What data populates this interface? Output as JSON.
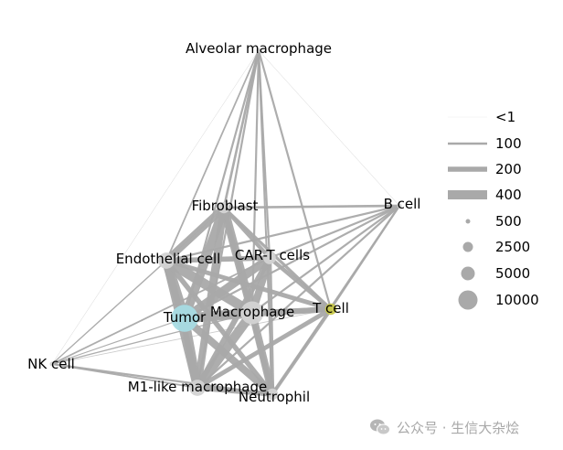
{
  "diagram": {
    "type": "cell-cell interaction network",
    "nodes": [
      {
        "id": "alveolar",
        "label": "Alveolar macrophage",
        "color": "#d3d3d3",
        "count": 40
      },
      {
        "id": "bcell",
        "label": "B cell",
        "color": "#d3d3d3",
        "count": 40
      },
      {
        "id": "fibroblast",
        "label": "Fibroblast",
        "color": "#d3d3d3",
        "count": 2500
      },
      {
        "id": "endothelial",
        "label": "Endothelial cell",
        "color": "#d3d3d3",
        "count": 5000
      },
      {
        "id": "cart",
        "label": "CAR-T cells",
        "color": "#d3d3d3",
        "count": 3000
      },
      {
        "id": "tcell",
        "label": "T cell",
        "color": "#c8c84a",
        "count": 2500
      },
      {
        "id": "macrophage",
        "label": "Macrophage",
        "color": "#d3d3d3",
        "count": 10000
      },
      {
        "id": "tumor",
        "label": "Tumor",
        "color": "#a6dbe3",
        "count": 14000
      },
      {
        "id": "nk",
        "label": "NK cell",
        "color": "#d3d3d3",
        "count": 30
      },
      {
        "id": "m1",
        "label": "M1-like macrophage",
        "color": "#d3d3d3",
        "count": 5000
      },
      {
        "id": "neutrophil",
        "label": "Neutrophil",
        "color": "#d3d3d3",
        "count": 2500
      }
    ],
    "edges": [
      {
        "a": "alveolar",
        "b": "fibroblast",
        "w": 120
      },
      {
        "a": "alveolar",
        "b": "endothelial",
        "w": 80
      },
      {
        "a": "alveolar",
        "b": "cart",
        "w": 100
      },
      {
        "a": "alveolar",
        "b": "tcell",
        "w": 100
      },
      {
        "a": "alveolar",
        "b": "macrophage",
        "w": 100
      },
      {
        "a": "alveolar",
        "b": "tumor",
        "w": 100
      },
      {
        "a": "alveolar",
        "b": "m1",
        "w": 100
      },
      {
        "a": "alveolar",
        "b": "neutrophil",
        "w": 90
      },
      {
        "a": "alveolar",
        "b": "bcell",
        "w": 20
      },
      {
        "a": "alveolar",
        "b": "nk",
        "w": 15
      },
      {
        "a": "bcell",
        "b": "fibroblast",
        "w": 120
      },
      {
        "a": "bcell",
        "b": "endothelial",
        "w": 100
      },
      {
        "a": "bcell",
        "b": "cart",
        "w": 100
      },
      {
        "a": "bcell",
        "b": "tcell",
        "w": 100
      },
      {
        "a": "bcell",
        "b": "macrophage",
        "w": 100
      },
      {
        "a": "bcell",
        "b": "tumor",
        "w": 100
      },
      {
        "a": "bcell",
        "b": "m1",
        "w": 100
      },
      {
        "a": "bcell",
        "b": "neutrophil",
        "w": 100
      },
      {
        "a": "fibroblast",
        "b": "endothelial",
        "w": 300
      },
      {
        "a": "fibroblast",
        "b": "cart",
        "w": 200
      },
      {
        "a": "fibroblast",
        "b": "tcell",
        "w": 150
      },
      {
        "a": "fibroblast",
        "b": "macrophage",
        "w": 350
      },
      {
        "a": "fibroblast",
        "b": "tumor",
        "w": 380
      },
      {
        "a": "fibroblast",
        "b": "m1",
        "w": 300
      },
      {
        "a": "fibroblast",
        "b": "neutrophil",
        "w": 220
      },
      {
        "a": "fibroblast",
        "b": "nk",
        "w": 30
      },
      {
        "a": "endothelial",
        "b": "cart",
        "w": 250
      },
      {
        "a": "endothelial",
        "b": "tcell",
        "w": 220
      },
      {
        "a": "endothelial",
        "b": "macrophage",
        "w": 420
      },
      {
        "a": "endothelial",
        "b": "tumor",
        "w": 420
      },
      {
        "a": "endothelial",
        "b": "m1",
        "w": 350
      },
      {
        "a": "endothelial",
        "b": "neutrophil",
        "w": 250
      },
      {
        "a": "endothelial",
        "b": "nk",
        "w": 60
      },
      {
        "a": "cart",
        "b": "tcell",
        "w": 200
      },
      {
        "a": "cart",
        "b": "macrophage",
        "w": 300
      },
      {
        "a": "cart",
        "b": "tumor",
        "w": 350
      },
      {
        "a": "cart",
        "b": "m1",
        "w": 280
      },
      {
        "a": "cart",
        "b": "neutrophil",
        "w": 200
      },
      {
        "a": "cart",
        "b": "nk",
        "w": 80
      },
      {
        "a": "tcell",
        "b": "macrophage",
        "w": 250
      },
      {
        "a": "tcell",
        "b": "tumor",
        "w": 280
      },
      {
        "a": "tcell",
        "b": "m1",
        "w": 220
      },
      {
        "a": "tcell",
        "b": "neutrophil",
        "w": 180
      },
      {
        "a": "tcell",
        "b": "nk",
        "w": 40
      },
      {
        "a": "macrophage",
        "b": "tumor",
        "w": 420
      },
      {
        "a": "macrophage",
        "b": "m1",
        "w": 400
      },
      {
        "a": "macrophage",
        "b": "neutrophil",
        "w": 300
      },
      {
        "a": "macrophage",
        "b": "nk",
        "w": 60
      },
      {
        "a": "tumor",
        "b": "m1",
        "w": 380
      },
      {
        "a": "tumor",
        "b": "neutrophil",
        "w": 300
      },
      {
        "a": "tumor",
        "b": "nk",
        "w": 50
      },
      {
        "a": "m1",
        "b": "neutrophil",
        "w": 250
      },
      {
        "a": "m1",
        "b": "nk",
        "w": 80
      },
      {
        "a": "neutrophil",
        "b": "nk",
        "w": 100
      }
    ]
  },
  "legend": {
    "edge_items": [
      {
        "label": "<1",
        "w": 0.5
      },
      {
        "label": "100",
        "w": 100
      },
      {
        "label": "200",
        "w": 200
      },
      {
        "label": "400",
        "w": 400
      }
    ],
    "node_items": [
      {
        "label": "500",
        "count": 500
      },
      {
        "label": "2500",
        "count": 2500
      },
      {
        "label": "5000",
        "count": 5000
      },
      {
        "label": "10000",
        "count": 10000
      }
    ]
  },
  "colors": {
    "edge": "#a9a9a9",
    "node_default": "#d3d3d3",
    "tumor": "#a6dbe3",
    "tcell": "#c8c84a"
  },
  "watermark": {
    "text": "公众号 · 生信大杂烩",
    "icon": "wechat-icon"
  }
}
